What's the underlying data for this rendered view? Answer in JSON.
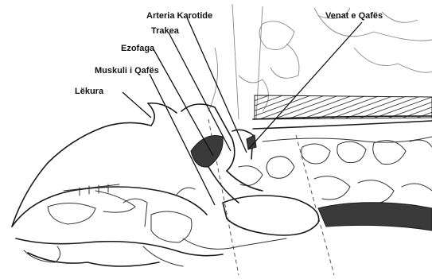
{
  "labels": {
    "arteria_karotide": "Arteria Karotide",
    "venat_e_qafes": "Venat e Qafës",
    "trakea": "Trakea",
    "ezofaga": "Ezofaga",
    "muskuli_i_qafes": "Muskuli i Qafës",
    "lekura": "Lëkura"
  }
}
